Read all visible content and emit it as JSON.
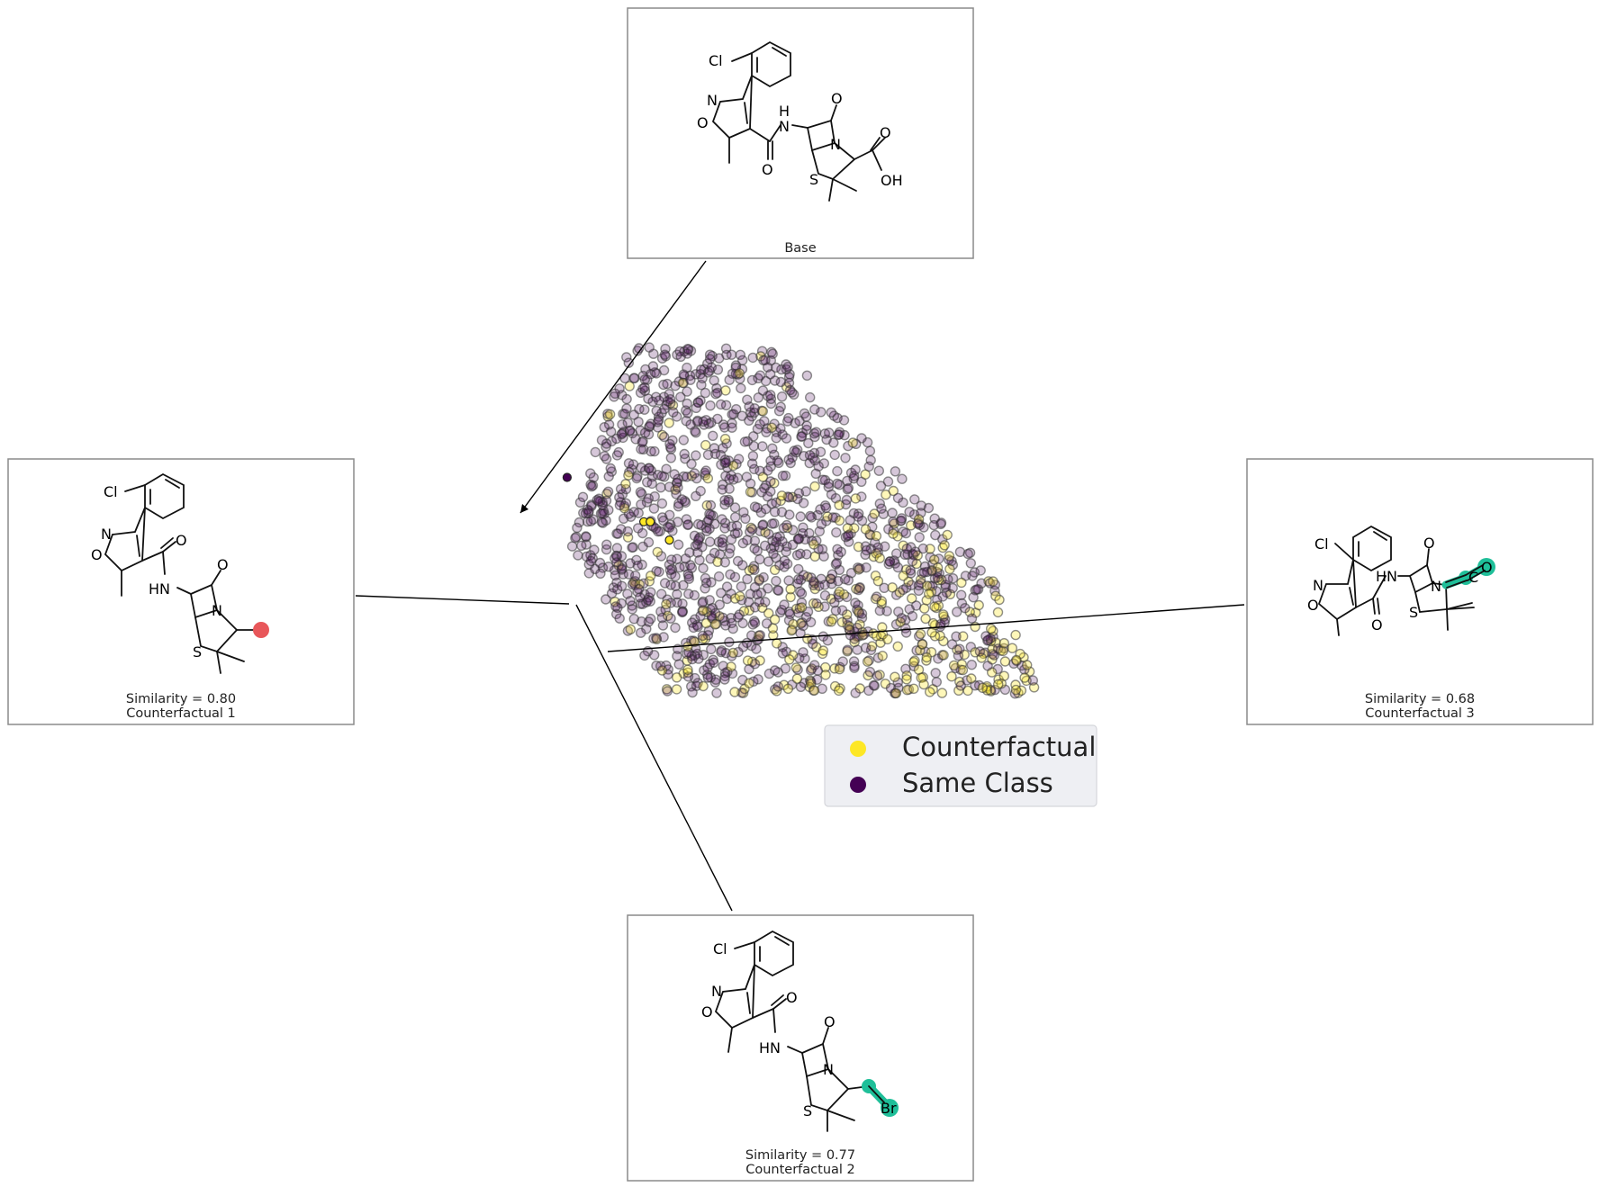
{
  "chart_data": {
    "type": "scatter",
    "title": "",
    "xlabel": "",
    "ylabel": "",
    "grid": false,
    "legend": "bottom-right",
    "series": [
      {
        "name": "Counterfactual",
        "color": "#fde725",
        "role": "counterfactual"
      },
      {
        "name": "Same Class",
        "color": "#440154",
        "role": "same-class"
      }
    ],
    "highlight_points": [
      {
        "label": "Base",
        "series": "Same Class",
        "x": -0.62,
        "y": 0.55
      },
      {
        "label": "Counterfactual 1",
        "series": "Counterfactual",
        "x": -0.38,
        "y": 0.38
      },
      {
        "label": "Counterfactual 2",
        "series": "Counterfactual",
        "x": -0.36,
        "y": 0.38
      },
      {
        "label": "Counterfactual 3",
        "series": "Counterfactual",
        "x": -0.3,
        "y": 0.31
      }
    ]
  },
  "panels": {
    "base": {
      "caption": "Base",
      "similarity": ""
    },
    "cf1": {
      "caption": "Counterfactual 1",
      "similarity": "Similarity = 0.80"
    },
    "cf2": {
      "caption": "Counterfactual 2",
      "similarity": "Similarity = 0.77"
    },
    "cf3": {
      "caption": "Counterfactual 3",
      "similarity": "Similarity = 0.68"
    }
  },
  "atoms": {
    "cl": "Cl",
    "n": "N",
    "o": "O",
    "s": "S",
    "oh": "OH",
    "h": "H",
    "hn": "HN",
    "br": "Br"
  },
  "colors": {
    "counterfactual": "#fde725",
    "same_class": "#440154",
    "highlight_red": "#e8575a",
    "highlight_teal": "#1fbf99",
    "legend_bg": "#eeeff3"
  }
}
